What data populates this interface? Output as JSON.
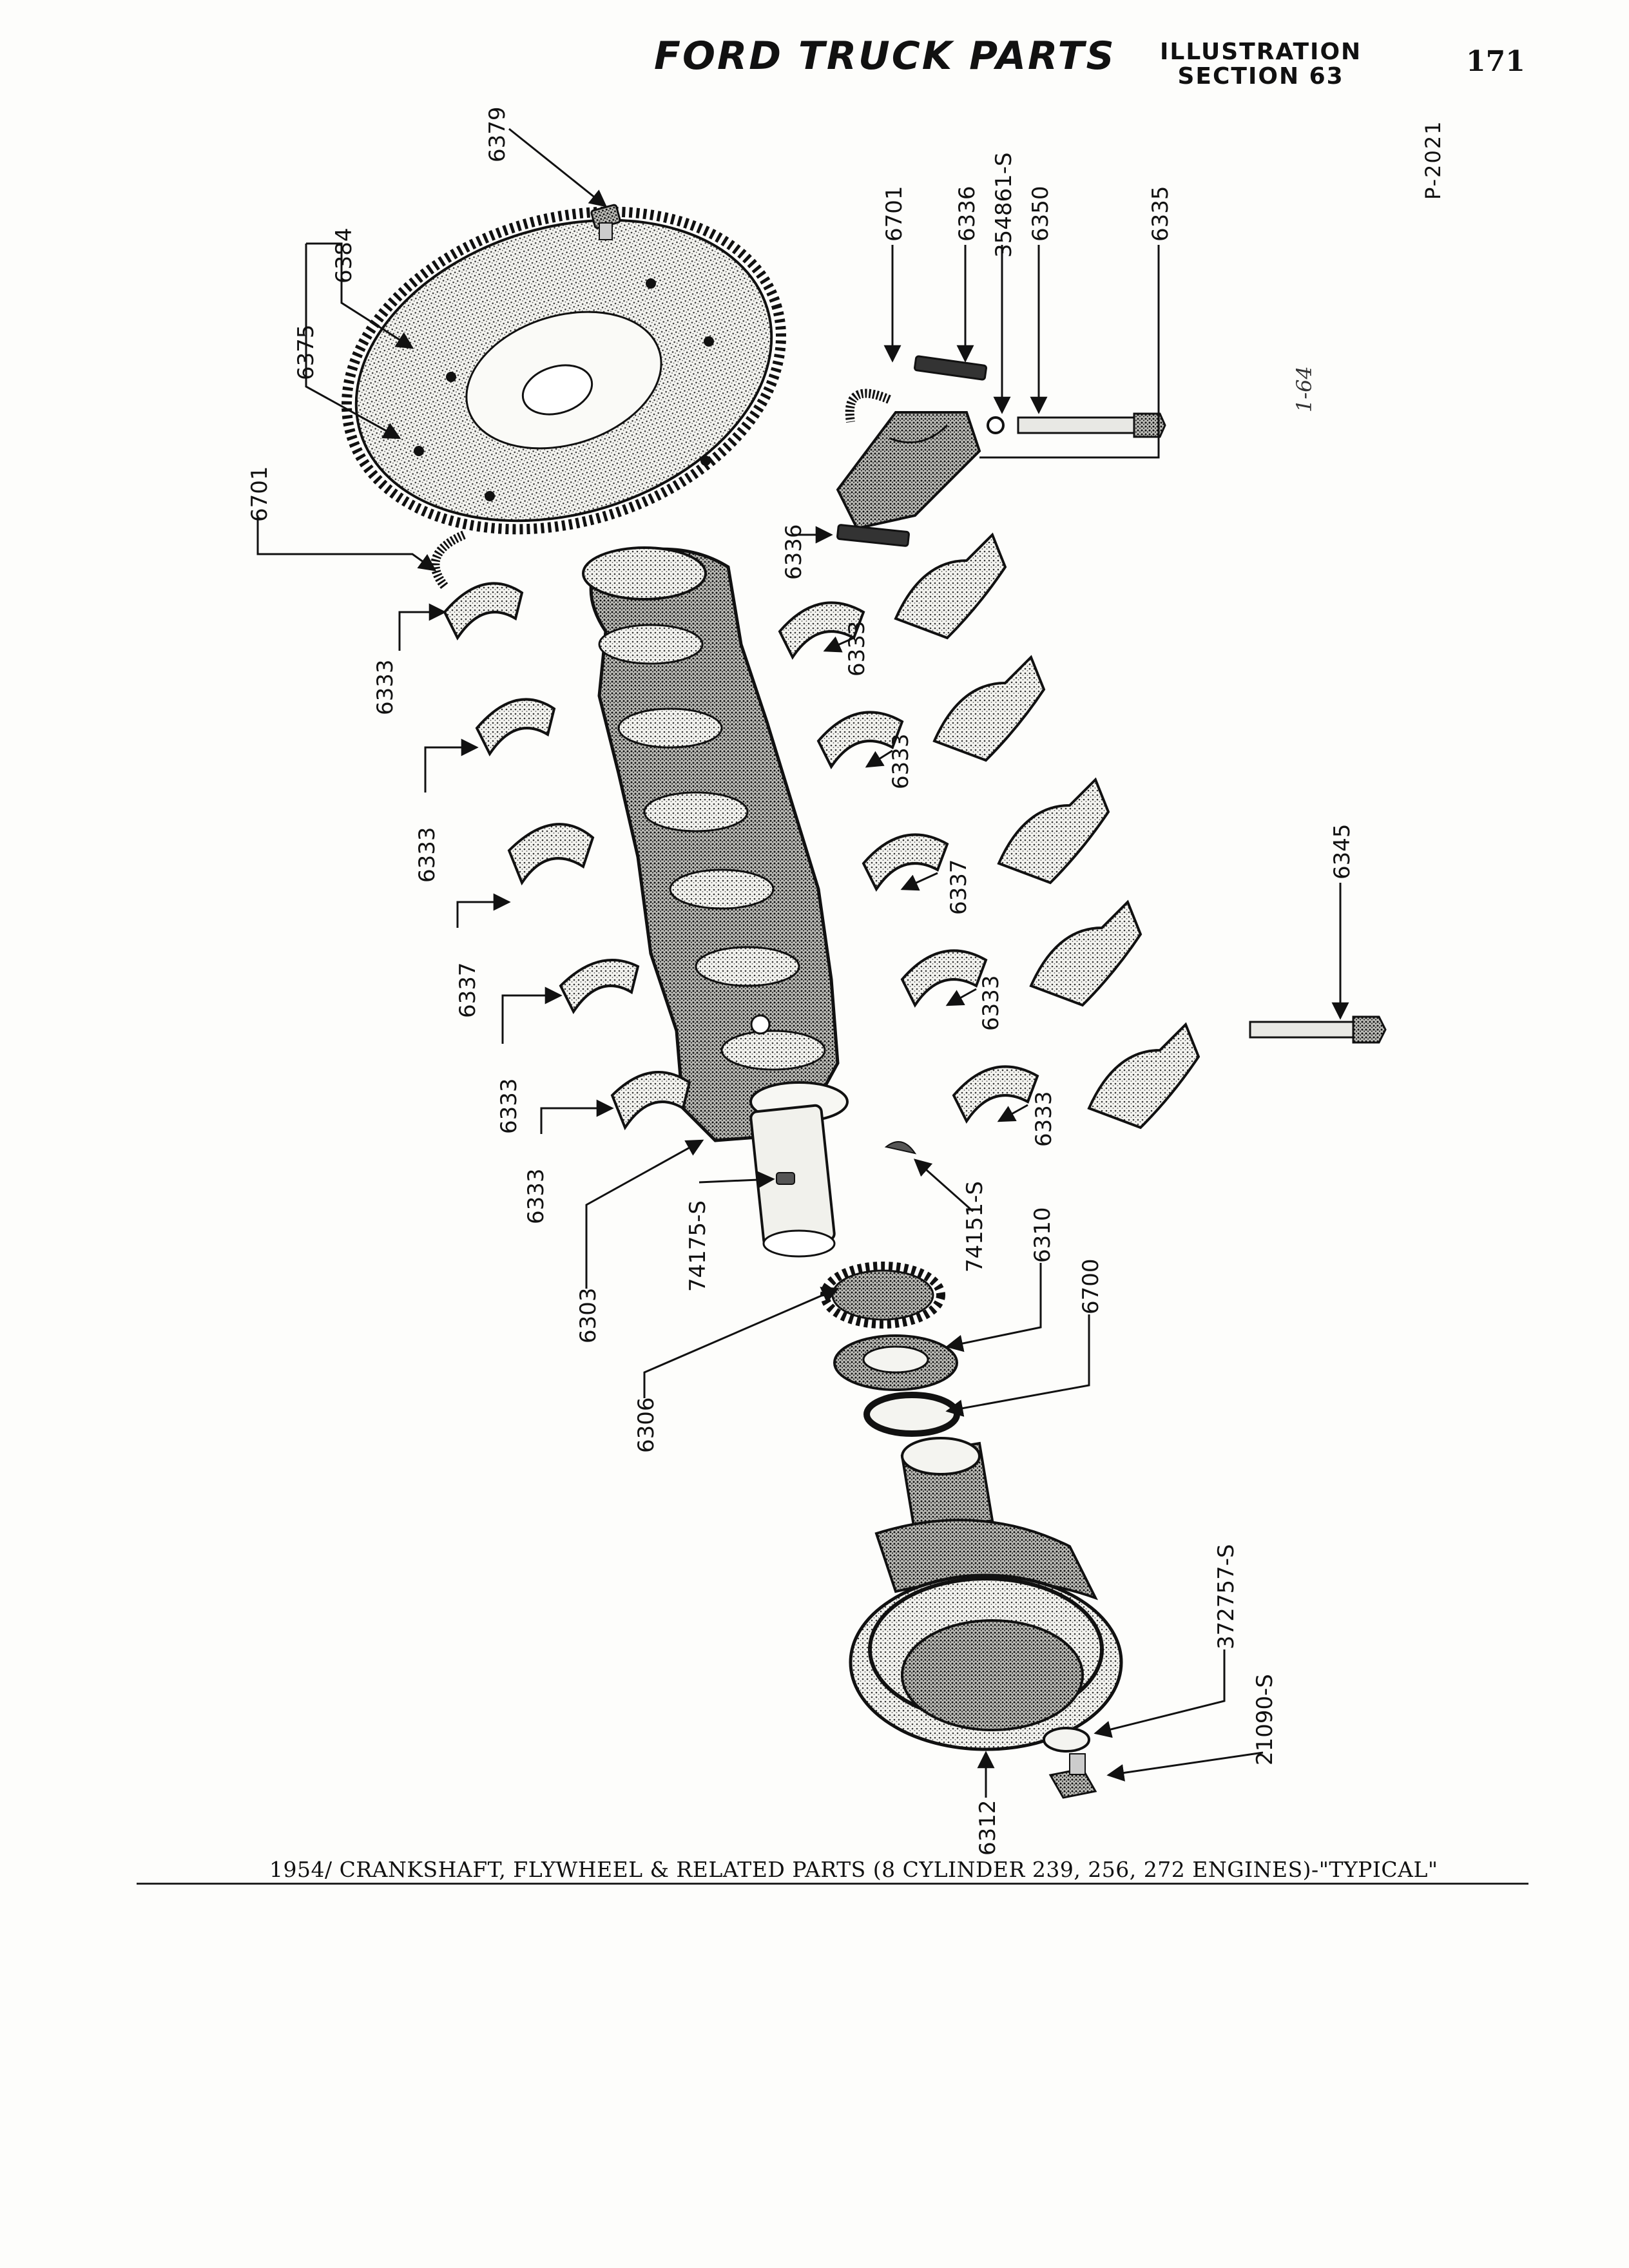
{
  "header": {
    "title": "FORD TRUCK PARTS",
    "illustration_line1": "ILLUSTRATION",
    "illustration_line2": "SECTION 63",
    "page_number": "171",
    "plate_code": "P-2021",
    "margin_note": "1-64"
  },
  "caption": "1954/ CRANKSHAFT, FLYWHEEL & RELATED PARTS (8 CYLINDER 239, 256, 272 ENGINES)-\"TYPICAL\"",
  "callouts": {
    "c6379": "6379",
    "c6384": "6384",
    "c6375": "6375",
    "c6701a": "6701",
    "c6701b": "6701",
    "c6336a": "6336",
    "c354861": "354861-S",
    "c6350": "6350",
    "c6335": "6335",
    "c6336b": "6336",
    "c6333a": "6333",
    "c6333b": "6333",
    "c6337a": "6337",
    "c6333c": "6333",
    "c6333d": "6333",
    "c6333e": "6333",
    "c6333f": "6333",
    "c6337b": "6337",
    "c6333g": "6333",
    "c6333h": "6333",
    "c6345": "6345",
    "c6303": "6303",
    "c74175": "74175-S",
    "c74151": "74151-S",
    "c6310": "6310",
    "c6700": "6700",
    "c6306": "6306",
    "c372757": "372757-S",
    "c21090": "21090-S",
    "c6312": "6312"
  },
  "icons": {
    "flywheel": "flywheel-ring-gear-illustration",
    "crankshaft": "crankshaft-illustration",
    "bearing_caps": "main-bearing-cap-illustration",
    "bearing_shells": "bearing-shell-illustration",
    "damper": "crankshaft-damper-pulley-illustration",
    "gear": "timing-gear-illustration",
    "bolts": "bolt-illustration"
  }
}
